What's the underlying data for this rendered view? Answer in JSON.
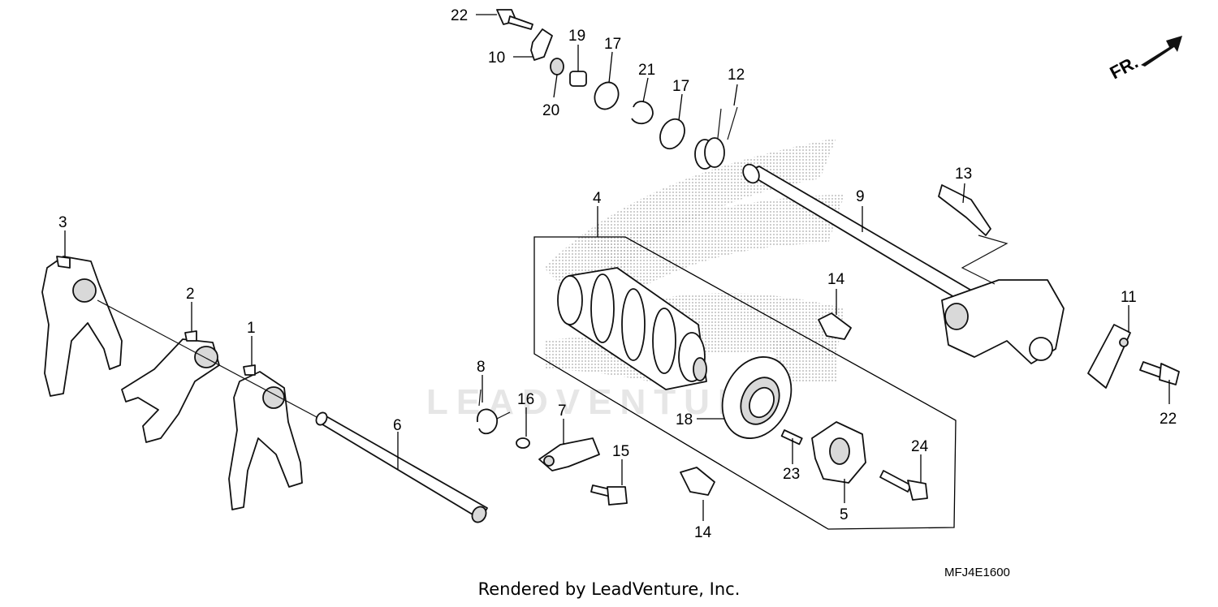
{
  "diagram": {
    "orientation_mark": "FR.",
    "watermark": "LEADVENTURE",
    "drawing_code": "MFJ4E1600",
    "footer_credit": "Rendered by LeadVenture, Inc.",
    "callouts": {
      "c1": "1",
      "c2": "2",
      "c3": "3",
      "c4": "4",
      "c5": "5",
      "c6": "6",
      "c7": "7",
      "c8": "8",
      "c9": "9",
      "c10": "10",
      "c11": "11",
      "c12": "12",
      "c13": "13",
      "c14a": "14",
      "c14b": "14",
      "c15": "15",
      "c16": "16",
      "c17a": "17",
      "c17b": "17",
      "c18": "18",
      "c19": "19",
      "c20": "20",
      "c21": "21",
      "c22a": "22",
      "c22b": "22",
      "c23": "23",
      "c24": "24"
    }
  }
}
